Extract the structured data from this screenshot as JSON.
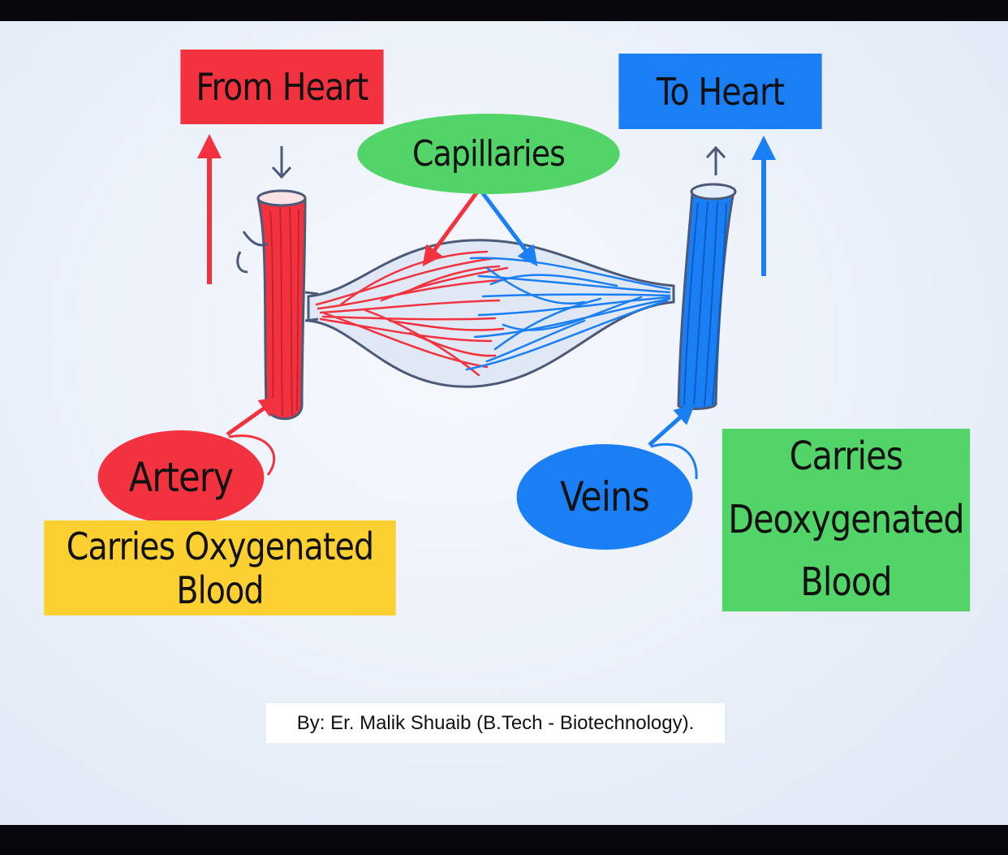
{
  "labels": {
    "from_heart": "From Heart",
    "to_heart": "To Heart",
    "capillaries": "Capillaries",
    "artery": "Artery",
    "veins": "Veins",
    "artery_note": "Carries Oxygenated Blood",
    "vein_note": "Carries\nDeoxygenated\nBlood"
  },
  "credit": "By: Er. Malik Shuaib (B.Tech - Biotechnology).",
  "colors": {
    "oxygenated": "#f2333f",
    "deoxygenated": "#1a7ff5",
    "capillary_label": "#52d468",
    "note_yellow": "#fdd031"
  }
}
